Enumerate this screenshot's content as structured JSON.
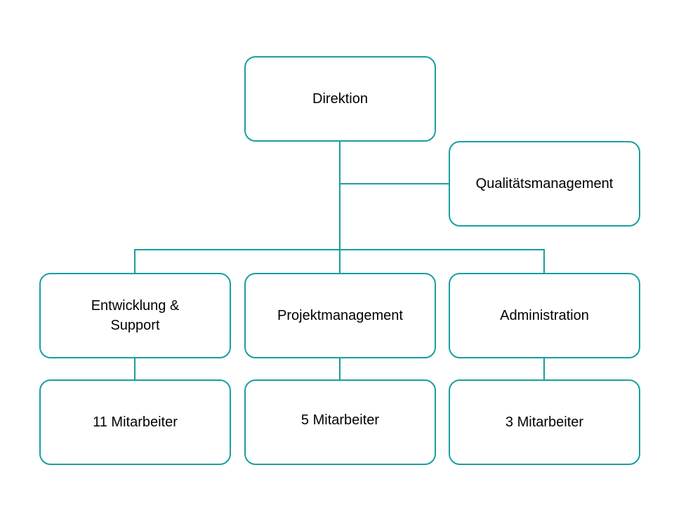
{
  "colors": {
    "accent": "#1a9e9e",
    "background": "#ffffff",
    "text": "#000000"
  },
  "org_chart": {
    "root": {
      "label": "Direktion"
    },
    "staff": {
      "label": "Qualitätsmanagement"
    },
    "departments": [
      {
        "label_line1": "Entwicklung &",
        "label_line2": "Support",
        "staff_count_label": "11 Mitarbeiter"
      },
      {
        "label": "Projektmanagement",
        "staff_count_label": "5 Mitarbeiter"
      },
      {
        "label": "Administration",
        "staff_count_label": "3 Mitarbeiter"
      }
    ]
  }
}
